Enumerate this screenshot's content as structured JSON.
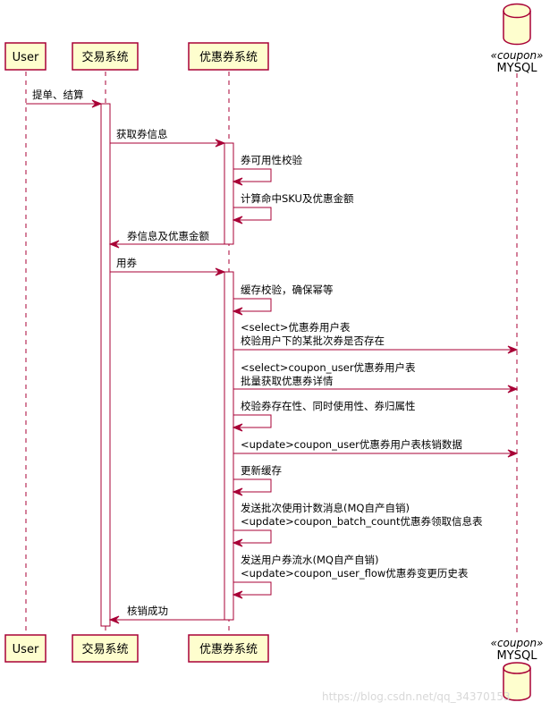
{
  "participants": {
    "user": "User",
    "trade": "交易系统",
    "coupon": "优惠券系统",
    "db_stereotype": "«coupon»",
    "db_name": "MYSQL"
  },
  "messages": [
    {
      "lines": [
        "提单、结算"
      ]
    },
    {
      "lines": [
        "获取券信息"
      ]
    },
    {
      "lines": [
        "券可用性校验"
      ]
    },
    {
      "lines": [
        "计算命中SKU及优惠金额"
      ]
    },
    {
      "lines": [
        "券信息及优惠金额"
      ]
    },
    {
      "lines": [
        "用券"
      ]
    },
    {
      "lines": [
        "缓存校验，确保幂等"
      ]
    },
    {
      "lines": [
        "<select>优惠券用户表",
        "校验用户下的某批次券是否存在"
      ]
    },
    {
      "lines": [
        "<select>coupon_user优惠券用户表",
        "批量获取优惠券详情"
      ]
    },
    {
      "lines": [
        "校验券存在性、同时使用性、券归属性"
      ]
    },
    {
      "lines": [
        "<update>coupon_user优惠券用户表核销数据"
      ]
    },
    {
      "lines": [
        "更新缓存"
      ]
    },
    {
      "lines": [
        "发送批次使用计数消息(MQ自产自销)",
        "<update>coupon_batch_count优惠券领取信息表"
      ]
    },
    {
      "lines": [
        "发送用户券流水(MQ自产自销)",
        "<update>coupon_user_flow优惠券变更历史表"
      ]
    },
    {
      "lines": [
        "核销成功"
      ]
    }
  ],
  "watermark": "https://blog.csdn.net/qq_34370153",
  "colors": {
    "border": "#A80036",
    "participant_fill": "#FEFECE"
  }
}
